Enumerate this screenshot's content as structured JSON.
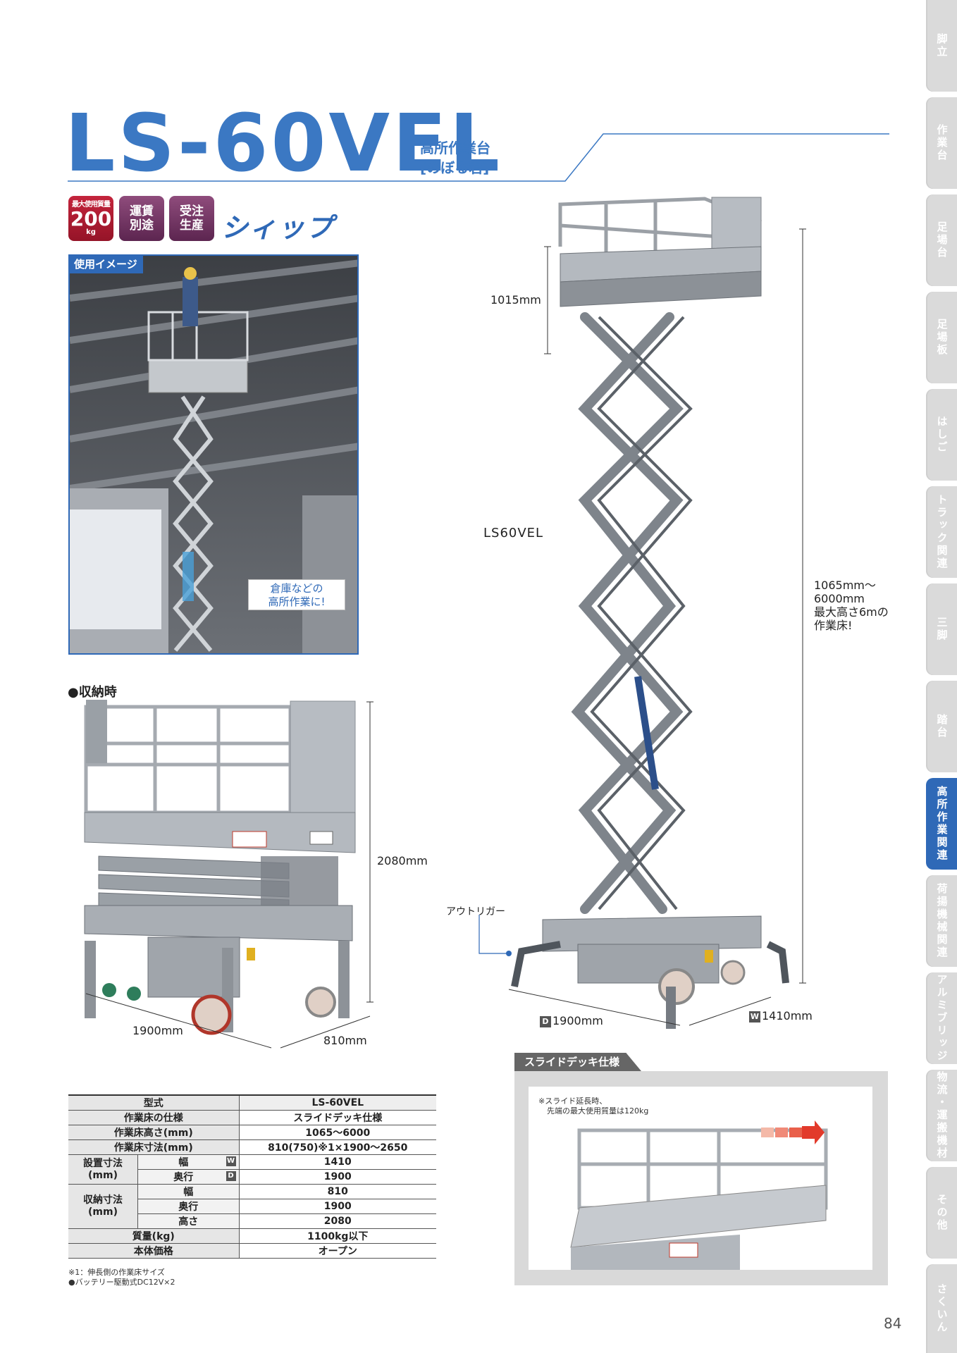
{
  "side_tabs": [
    {
      "label": "脚立",
      "active": false
    },
    {
      "label": "作業台",
      "active": false
    },
    {
      "label": "足場台",
      "active": false
    },
    {
      "label": "足場板",
      "active": false
    },
    {
      "label": "はしご",
      "active": false
    },
    {
      "label": "トラック関連",
      "active": false
    },
    {
      "label": "三脚",
      "active": false
    },
    {
      "label": "踏台",
      "active": false
    },
    {
      "label": "高所作業関連",
      "active": true
    },
    {
      "label": "荷揚機械関連",
      "active": false
    },
    {
      "label": "アルミブリッジ",
      "active": false
    },
    {
      "label": "物流・運搬機材",
      "active": false
    },
    {
      "label": "その他",
      "active": false
    },
    {
      "label": "さくいん",
      "active": false
    }
  ],
  "header": {
    "model": "LS-60VEL",
    "category": "高所作業台",
    "nickname": "[のぼる君]"
  },
  "badges": {
    "capacity_label": "最大使用質量",
    "capacity_value": "200",
    "capacity_unit": "kg",
    "shipping": "運賃別途",
    "order": "受注生産",
    "brand": "シィップ"
  },
  "usage_photo": {
    "tag": "使用イメージ",
    "callout_line1": "倉庫などの",
    "callout_line2": "高所作業に!"
  },
  "stowed": {
    "heading": "●収納時",
    "height": "2080mm",
    "length": "1900mm",
    "width": "810mm"
  },
  "extended": {
    "model_label": "LS60VEL",
    "rail_height": "1015mm",
    "height_range_1": "1065mm～",
    "height_range_2": "6000mm",
    "height_note_1": "最大高さ6mの",
    "height_note_2": "作業床!",
    "outrigger": "アウトリガー",
    "depth_icon": "D",
    "depth": "1900mm",
    "width_icon": "W",
    "width": "1410mm"
  },
  "spec_table": {
    "model_h": "型式",
    "model_v": "LS-60VEL",
    "floor_spec_h": "作業床の仕様",
    "floor_spec_v": "スライドデッキ仕様",
    "floor_height_h": "作業床高さ(mm)",
    "floor_height_v": "1065～6000",
    "floor_size_h": "作業床寸法(mm)",
    "floor_size_v": "810(750)※1×1900～2650",
    "install_h": "設置寸法(mm)",
    "width_h": "幅",
    "width_icon": "W",
    "install_width_v": "1410",
    "depth_h": "奥行",
    "depth_icon": "D",
    "install_depth_v": "1900",
    "stow_h": "収納寸法(mm)",
    "stow_width_h": "幅",
    "stow_width_v": "810",
    "stow_depth_h": "奥行",
    "stow_depth_v": "1900",
    "stow_height_h": "高さ",
    "stow_height_v": "2080",
    "mass_h": "質量(kg)",
    "mass_v": "1100kg以下",
    "price_h": "本体価格",
    "price_v": "オープン"
  },
  "notes": {
    "line1": "※1：伸長側の作業床サイズ",
    "line2": "●バッテリー駆動式DC12V×2"
  },
  "slide_deck": {
    "tag": "スライドデッキ仕様",
    "note1": "※スライド延長時、",
    "note2": "先端の最大使用質量は120kg"
  },
  "page_number": "84",
  "colors": {
    "brand_blue": "#3b78c3",
    "tab_active": "#2f69b7",
    "tab_inactive": "#dadada",
    "badge_red": "#c4243c",
    "badge_purple": "#7a3a6a"
  }
}
